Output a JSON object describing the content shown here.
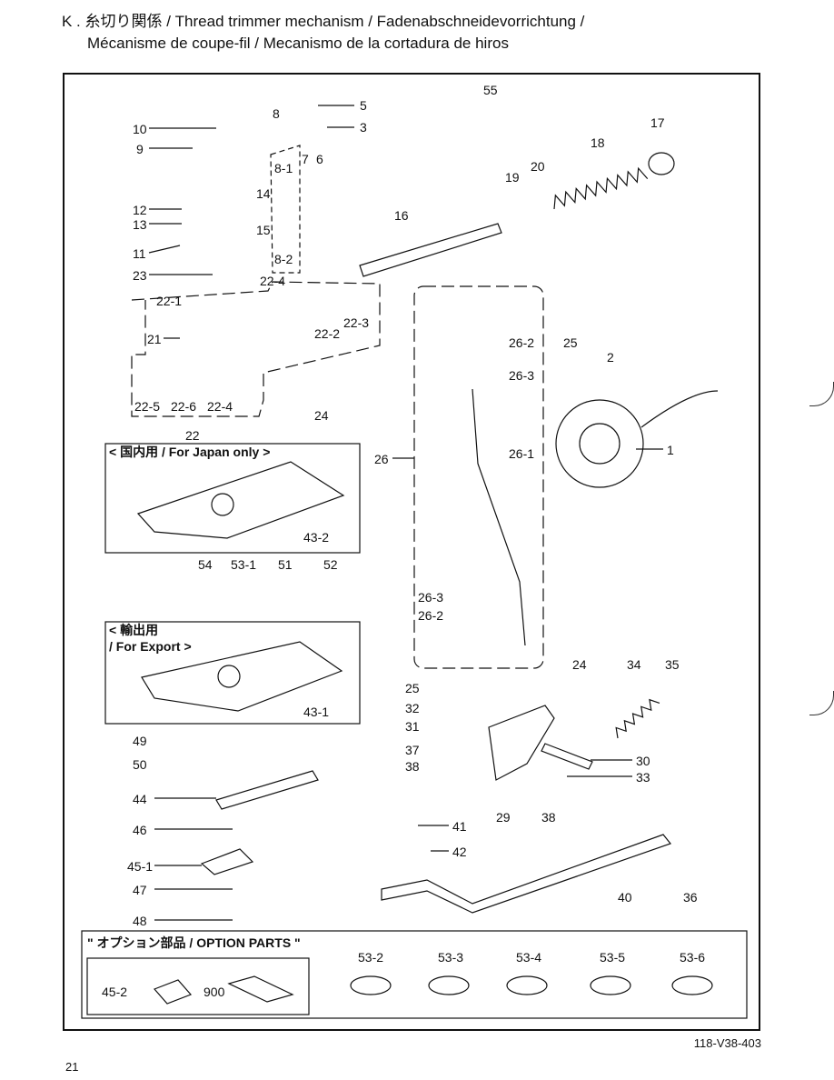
{
  "header": {
    "line1": "K . 糸切り関係 / Thread trimmer mechanism / Fadenabschneidevorrichtung /",
    "line2": "Mécanisme de coupe-fil / Mecanismo de la cortadura de hiros"
  },
  "boxes": {
    "japan": "< 国内用 / For Japan only >",
    "export_1": "< 輸出用",
    "export_2": "/ For Export >",
    "option": "\" オプション部品 / OPTION PARTS \""
  },
  "labels": {
    "l1": "1",
    "l2": "2",
    "l3": "3",
    "l5": "5",
    "l6": "6",
    "l7": "7",
    "l8": "8",
    "l8_1": "8-1",
    "l8_2": "8-2",
    "l9": "9",
    "l10": "10",
    "l11": "11",
    "l12": "12",
    "l13": "13",
    "l14": "14",
    "l15": "15",
    "l16": "16",
    "l17": "17",
    "l18": "18",
    "l19": "19",
    "l20": "20",
    "l21": "21",
    "l22": "22",
    "l22_1": "22-1",
    "l22_2": "22-2",
    "l22_3": "22-3",
    "l22_4a": "22-4",
    "l22_4b": "22-4",
    "l22_5": "22-5",
    "l22_6": "22-6",
    "l23": "23",
    "l24a": "24",
    "l24b": "24",
    "l25a": "25",
    "l25b": "25",
    "l26": "26",
    "l26_1": "26-1",
    "l26_2a": "26-2",
    "l26_2b": "26-2",
    "l26_3a": "26-3",
    "l26_3b": "26-3",
    "l29": "29",
    "l30": "30",
    "l31": "31",
    "l32": "32",
    "l33": "33",
    "l34": "34",
    "l35": "35",
    "l36": "36",
    "l37": "37",
    "l38a": "38",
    "l38b": "38",
    "l40": "40",
    "l41": "41",
    "l42": "42",
    "l43_1": "43-1",
    "l43_2": "43-2",
    "l44": "44",
    "l45_1": "45-1",
    "l45_2": "45-2",
    "l46": "46",
    "l47": "47",
    "l48": "48",
    "l49": "49",
    "l50": "50",
    "l51": "51",
    "l52": "52",
    "l53_1": "53-1",
    "l53_2": "53-2",
    "l53_3": "53-3",
    "l53_4": "53-4",
    "l53_5": "53-5",
    "l53_6": "53-6",
    "l54": "54",
    "l55": "55",
    "l900": "900"
  },
  "footer": {
    "code": "118-V38-403",
    "page": "21"
  }
}
